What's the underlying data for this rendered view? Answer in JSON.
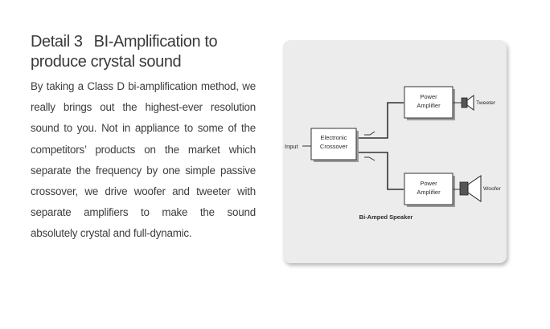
{
  "heading": {
    "number": "Detail 3",
    "title_part1": "BI-Amplification to",
    "title_part2": "produce crystal sound"
  },
  "body": "By taking a Class D bi-amplification method, we really brings out the highest-ever resolution sound to you. Not in appliance to some of the competitors’ products on the market which separate the frequency by one simple passive crossover, we drive woofer and tweeter with separate amplifiers to make the sound absolutely crystal and full-dynamic.",
  "diagram": {
    "input": "Input",
    "crossover": [
      "Electronic",
      "Crossover"
    ],
    "amp_top": [
      "Power",
      "Amplifier"
    ],
    "amp_bottom": [
      "Power",
      "Amplifier"
    ],
    "tweeter": "Tweeter",
    "woofer": "Woofer",
    "caption": "Bi-Amped Speaker"
  }
}
